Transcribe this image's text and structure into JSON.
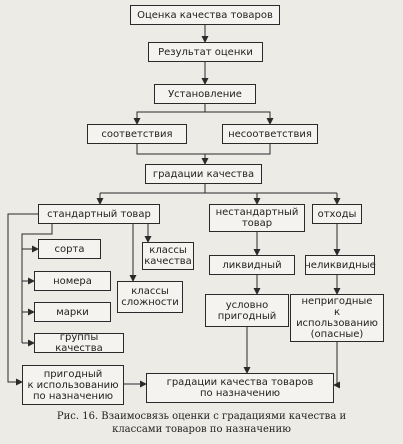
{
  "diagram": {
    "nodes": {
      "assessment": "Оценка качества товаров",
      "result": "Результат оценки",
      "establishment": "Установление",
      "conformity": "соответствия",
      "nonconformity": "несоответствия",
      "quality_grades": "градации качества",
      "standard": "стандартный товар",
      "nonstandard": "нестандартный\nтовар",
      "waste": "отходы",
      "sorts": "сорта",
      "numbers": "номера",
      "brands": "марки",
      "quality_groups": "группы качества",
      "complexity_classes": "классы\nсложности",
      "quality_classes": "классы\nкачества",
      "liquid": "ликвидный",
      "illiquid": "неликвидные",
      "conditionally_fit": "условно\nпригодный",
      "unfit": "непригодные\nк использованию\n(опасные)",
      "fit_by_purpose": "пригодный\nк использованию\nпо назначению",
      "grades_by_purpose": "градации качества товаров\nпо назначению"
    }
  },
  "caption": "Рис. 16. Взаимосвязь оценки с градациями качества и\nклассами товаров по назначению"
}
